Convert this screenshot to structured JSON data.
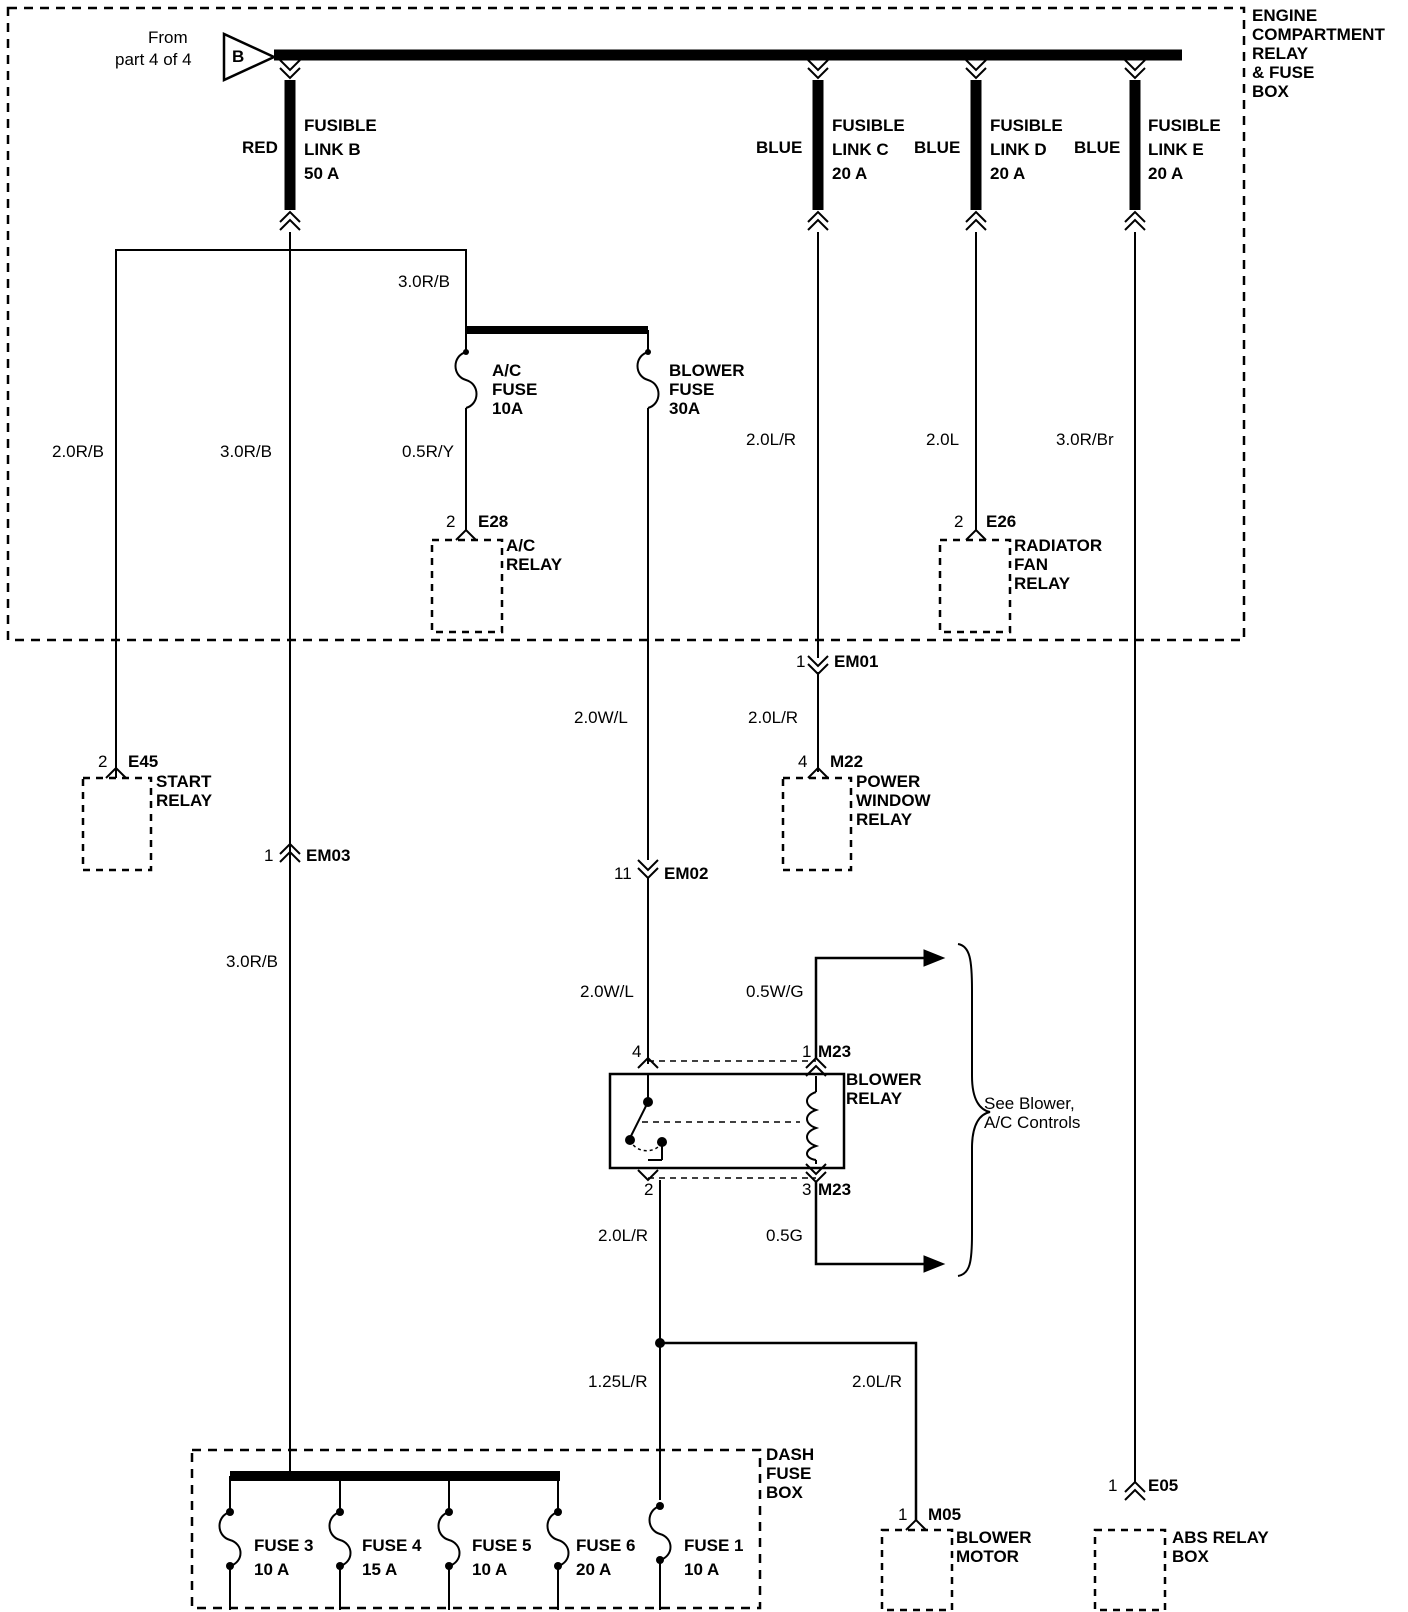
{
  "source": {
    "from_line1": "From",
    "from_line2": "part 4 of 4",
    "connector": "B"
  },
  "boxes": {
    "engine_box": "ENGINE\nCOMPARTMENT\nRELAY\n& FUSE\nBOX",
    "dash_box": "DASH\nFUSE\nBOX"
  },
  "fusible_links": [
    {
      "color": "RED",
      "name": "FUSIBLE\nLINK B\n50 A"
    },
    {
      "color": "BLUE",
      "name": "FUSIBLE\nLINK C\n20 A"
    },
    {
      "color": "BLUE",
      "name": "FUSIBLE\nLINK D\n20 A"
    },
    {
      "color": "BLUE",
      "name": "FUSIBLE\nLINK E\n20 A"
    }
  ],
  "fuses": {
    "ac": "A/C\nFUSE\n10A",
    "blower": "BLOWER\nFUSE\n30A",
    "dash": [
      "FUSE 3\n10 A",
      "FUSE 4\n15 A",
      "FUSE 5\n10 A",
      "FUSE 6\n20 A",
      "FUSE 1\n10 A"
    ]
  },
  "wires": {
    "w_start": "2.0R/B",
    "w_em03_top": "3.0R/B",
    "w_junction": "3.0R/B",
    "w_ac_fuse": "0.5R/Y",
    "w_link_c": "2.0L/R",
    "w_link_d": "2.0L",
    "w_link_e": "3.0R/Br",
    "w_blower_out": "2.0W/L",
    "w_em01_m22": "2.0L/R",
    "w_em03_bottom": "3.0R/B",
    "w_em02_relay": "2.0W/L",
    "w_relay_pin1": "0.5W/G",
    "w_relay_pin2": "2.0L/R",
    "w_relay_pin3": "0.5G",
    "w_to_fuse1": "1.25L/R",
    "w_to_motor": "2.0L/R"
  },
  "connectors": {
    "e28": {
      "pin": "2",
      "id": "E28"
    },
    "e26": {
      "pin": "2",
      "id": "E26"
    },
    "em01": {
      "pin": "1",
      "id": "EM01"
    },
    "e45": {
      "pin": "2",
      "id": "E45"
    },
    "m22": {
      "pin": "4",
      "id": "M22"
    },
    "em03": {
      "pin": "1",
      "id": "EM03"
    },
    "em02": {
      "pin": "11",
      "id": "EM02"
    },
    "m23_pin4": {
      "pin": "4"
    },
    "m23_pin1": {
      "pin": "1",
      "id": "M23"
    },
    "m23_pin2": {
      "pin": "2"
    },
    "m23_pin3": {
      "pin": "3",
      "id": "M23"
    },
    "m05": {
      "pin": "1",
      "id": "M05"
    },
    "e05": {
      "pin": "1",
      "id": "E05"
    }
  },
  "components": {
    "ac_relay": "A/C\nRELAY",
    "radiator_fan_relay": "RADIATOR\nFAN\nRELAY",
    "start_relay": "START\nRELAY",
    "power_window_relay": "POWER\nWINDOW\nRELAY",
    "blower_relay": "BLOWER\nRELAY",
    "blower_motor": "BLOWER\nMOTOR",
    "abs_relay_box": "ABS RELAY\nBOX"
  },
  "notes": {
    "see_controls": "See Blower,\nA/C Controls"
  }
}
